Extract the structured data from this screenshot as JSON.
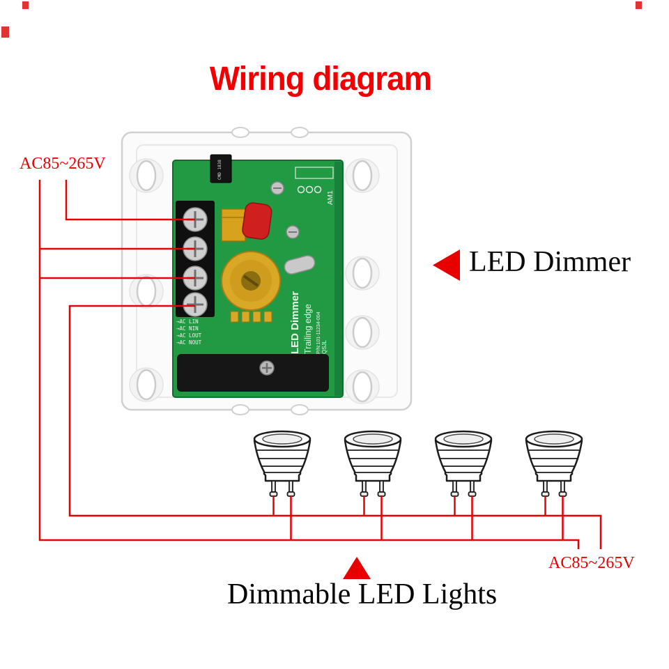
{
  "title": "Wiring diagram",
  "labels": {
    "ac_input_top": "AC85~265V",
    "ac_input_bottom": "AC85~265V",
    "device_name": "LED Dimmer",
    "lights_caption": "Dimmable LED Lights"
  },
  "device": {
    "pcb_silkscreen": {
      "product": "LED Dimmer",
      "mode": "Trailing edge",
      "part_number": "P/N:101-11234-004",
      "brand": "QSJL",
      "ref_am1": "AM1",
      "chip_marking": "CMD 1838",
      "terminal_labels": [
        "→AC LIN",
        "→AC NIN",
        "→AC LOUT",
        "→AC NOUT"
      ]
    }
  },
  "bulbs": {
    "count": 4
  },
  "colors": {
    "wire_red": "#e60000",
    "title_red": "#f20000",
    "pcb_green": "#219a43",
    "arrow_red": "#e60000",
    "pot_yellow": "#d9a827"
  }
}
